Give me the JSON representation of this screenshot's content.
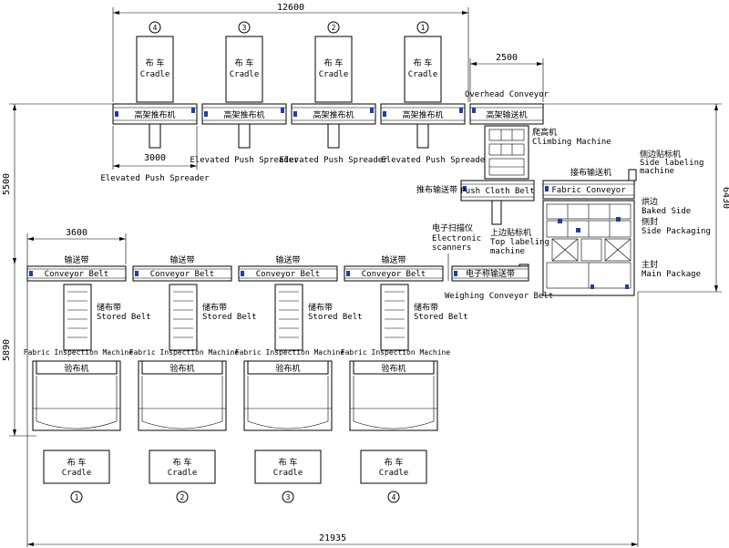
{
  "dimensions": {
    "top_total": "12600",
    "overhead_width": "2500",
    "spreader_width": "3000",
    "belt_width": "3600",
    "left_upper": "5500",
    "left_lower": "5890",
    "right_height": "6430",
    "bottom_total": "21935"
  },
  "top_cradles": [
    {
      "num": "4",
      "cn": "布 车",
      "en": "Cradle"
    },
    {
      "num": "3",
      "cn": "布 车",
      "en": "Cradle"
    },
    {
      "num": "2",
      "cn": "布 车",
      "en": "Cradle"
    },
    {
      "num": "1",
      "cn": "布 车",
      "en": "Cradle"
    }
  ],
  "spreaders": [
    {
      "cn": "高架推布机",
      "en": "Elevated Push Spreader"
    },
    {
      "cn": "高架推布机",
      "en": "Elevated Push Spreader"
    },
    {
      "cn": "高架推布机",
      "en": "Elevated Push Spreader"
    },
    {
      "cn": "高架推布机",
      "en": "Elevated Push Spreader"
    }
  ],
  "overhead": {
    "cn": "高架输送机",
    "en": "Overhead Conveyor"
  },
  "climbing": {
    "cn": "爬高机",
    "en": "Climbing Machine"
  },
  "push_cloth": {
    "cn": "推布输送带",
    "en": "Push Cloth Belt"
  },
  "fabric_conveyor": {
    "cn": "接布输送机",
    "en": "Fabric Conveyor"
  },
  "side_labeling": {
    "cn": "侧边贴标机",
    "en1": "Side labeling",
    "en2": "machine"
  },
  "baked_side": {
    "cn": "烘边",
    "en": "Baked Side"
  },
  "side_packaging": {
    "cn": "侧封",
    "en": "Side Packaging"
  },
  "main_package": {
    "cn": "主封",
    "en": "Main Package"
  },
  "electronic": {
    "cn": "电子扫描仪",
    "en1": "Electronic",
    "en2": "scanners"
  },
  "top_labeling": {
    "cn": "上边贴标机",
    "en1": "Top labeling",
    "en2": "machine"
  },
  "weighing": {
    "cn": "电子称输送带",
    "en": "Weighing Conveyor Belt"
  },
  "conveyor_belts": [
    {
      "cn": "输送带",
      "en": "Conveyor Belt"
    },
    {
      "cn": "输送带",
      "en": "Conveyor Belt"
    },
    {
      "cn": "输送带",
      "en": "Conveyor Belt"
    },
    {
      "cn": "输送带",
      "en": "Conveyor Belt"
    }
  ],
  "stored_belts": [
    {
      "cn": "储布带",
      "en": "Stored Belt"
    },
    {
      "cn": "储布带",
      "en": "Stored Belt"
    },
    {
      "cn": "储布带",
      "en": "Stored Belt"
    },
    {
      "cn": "储布带",
      "en": "Stored Belt"
    }
  ],
  "inspection": [
    {
      "en": "Fabric Inspection Machine",
      "cn": "验布机"
    },
    {
      "en": "Fabric Inspection Machine",
      "cn": "验布机"
    },
    {
      "en": "Fabric Inspection Machine",
      "cn": "验布机"
    },
    {
      "en": "Fabric Inspection Machine",
      "cn": "验布机"
    }
  ],
  "bottom_cradles": [
    {
      "num": "1",
      "cn": "布    车",
      "en": "Cradle"
    },
    {
      "num": "2",
      "cn": "布    车",
      "en": "Cradle"
    },
    {
      "num": "3",
      "cn": "布    车",
      "en": "Cradle"
    },
    {
      "num": "4",
      "cn": "布    车",
      "en": "Cradle"
    }
  ]
}
